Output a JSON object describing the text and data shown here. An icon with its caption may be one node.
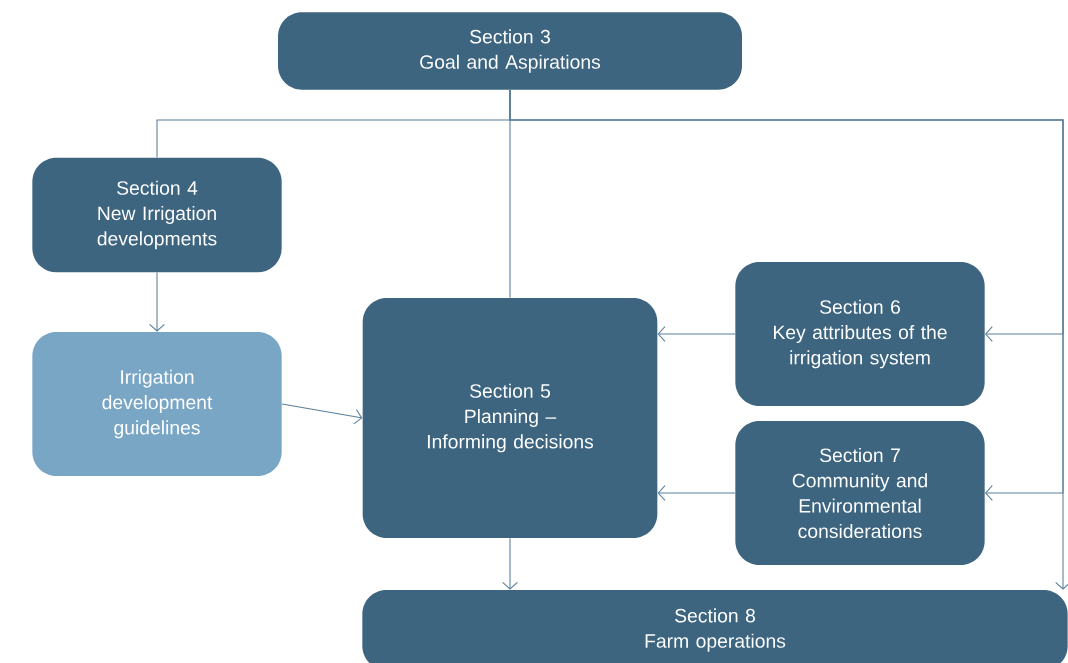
{
  "diagram": {
    "nodes": [
      {
        "text": [
          "Section 3",
          "Goal and Aspirations"
        ]
      },
      {
        "text": [
          "Section 4",
          "New Irrigation developments"
        ]
      },
      {
        "text": [
          "Irrigation development guidelines"
        ]
      },
      {
        "text": [
          "Section 5",
          "Planning – Informing decisions"
        ]
      },
      {
        "text": [
          "Section 6",
          "Key attributes of the irrigation system"
        ]
      },
      {
        "text": [
          "Section 7",
          "Community and Environmental considerations"
        ]
      },
      {
        "text": [
          "Section 8",
          "Farm operations"
        ]
      }
    ],
    "edges": [
      {
        "from": 0,
        "to": 1,
        "arrow": "none"
      },
      {
        "from": 0,
        "to": 3,
        "arrow": "none"
      },
      {
        "from": 0,
        "to": 4,
        "arrow": "to"
      },
      {
        "from": 0,
        "to": 5,
        "arrow": "to"
      },
      {
        "from": 0,
        "to": 6,
        "arrow": "to"
      },
      {
        "from": 1,
        "to": 2,
        "arrow": "to"
      },
      {
        "from": 2,
        "to": 3,
        "arrow": "to"
      },
      {
        "from": 4,
        "to": 3,
        "arrow": "to"
      },
      {
        "from": 5,
        "to": 3,
        "arrow": "to"
      },
      {
        "from": 3,
        "to": 6,
        "arrow": "to"
      }
    ]
  }
}
